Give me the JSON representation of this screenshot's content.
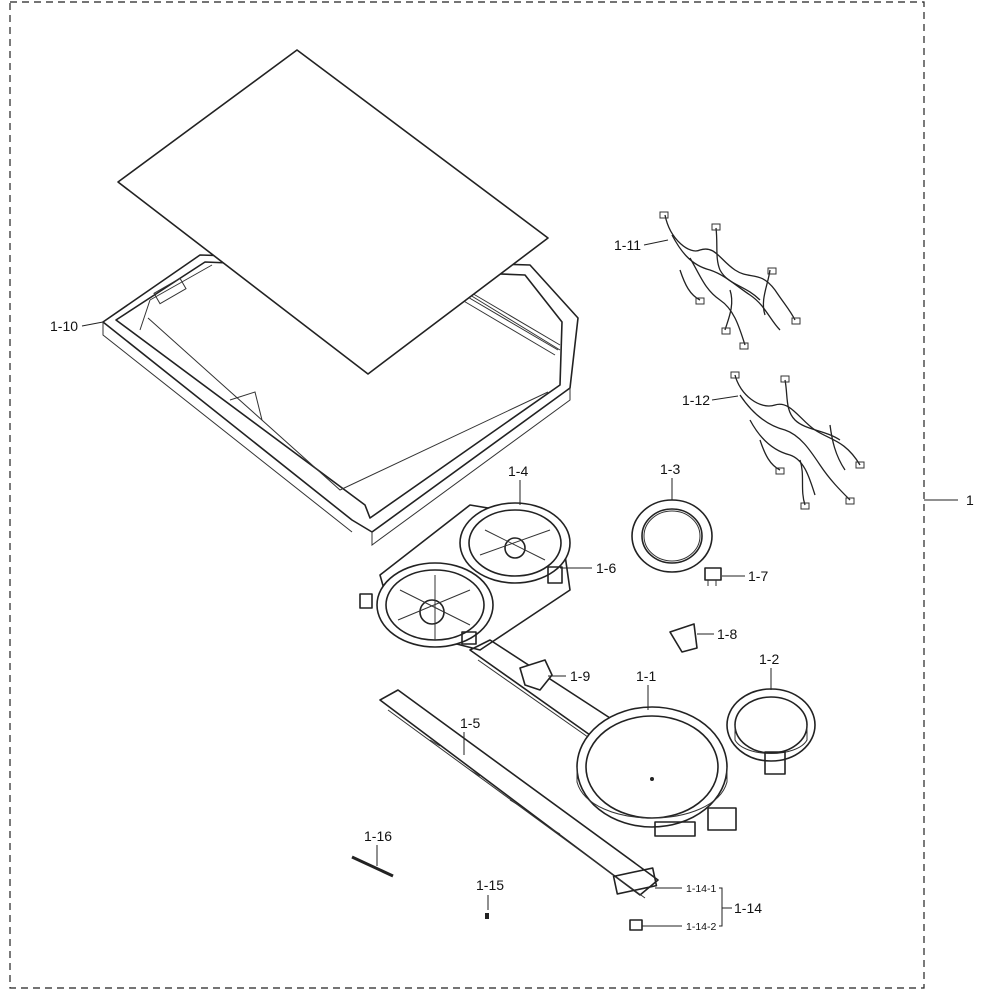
{
  "labels": {
    "assembly": "1",
    "p1_1": "1-1",
    "p1_2": "1-2",
    "p1_3": "1-3",
    "p1_4": "1-4",
    "p1_5": "1-5",
    "p1_6": "1-6",
    "p1_7": "1-7",
    "p1_8": "1-8",
    "p1_9": "1-9",
    "p1_10": "1-10",
    "p1_11": "1-11",
    "p1_12": "1-12",
    "p1_14": "1-14",
    "p1_14_1": "1-14-1",
    "p1_14_2": "1-14-2",
    "p1_15": "1-15",
    "p1_16": "1-16"
  }
}
